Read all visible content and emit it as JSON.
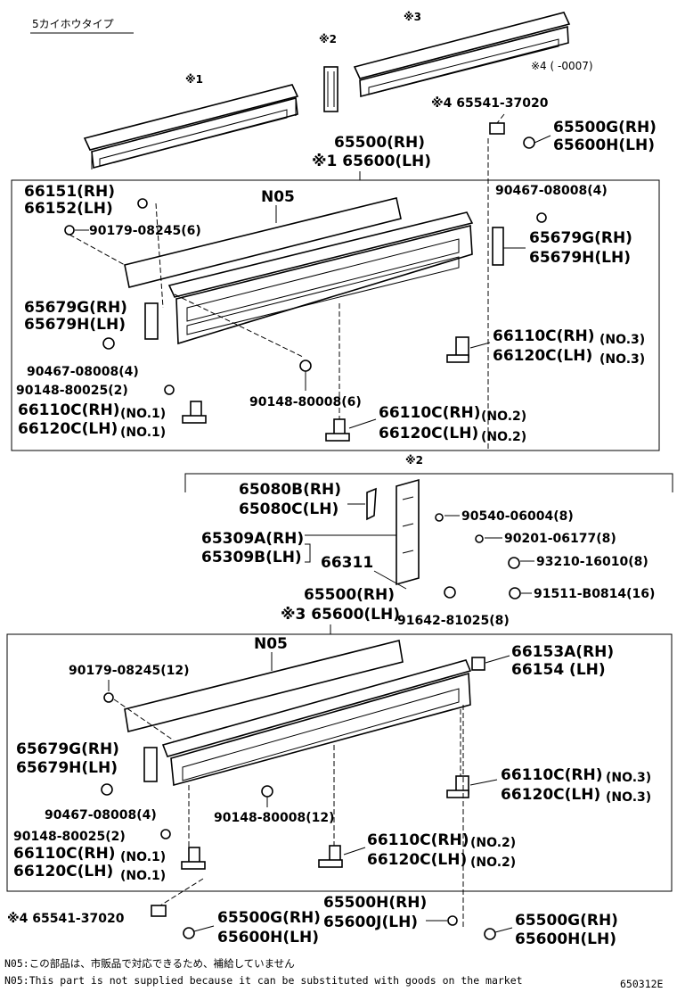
{
  "header": {
    "title": "5カイホウタイプ"
  },
  "refs": {
    "r1": "※1",
    "r2": "※2",
    "r3": "※3",
    "r4": "※4",
    "r4_range": "※4 (     -0007)"
  },
  "top": {
    "p1": "※4 65541-37020",
    "p2a": "65500G(RH)",
    "p2b": "65600H(LH)",
    "p3a": "65500(RH)",
    "p3b": "※1 65600(LH)"
  },
  "box1": {
    "n05": "N05",
    "a1": "66151(RH)",
    "a2": "66152(LH)",
    "b1": "90179-08245(6)",
    "c1": "90467-08008(4)",
    "d1": "65679G(RH)",
    "d2": "65679H(LH)",
    "e1": "65679G(RH)",
    "e2": "65679H(LH)",
    "f1": "66110C(RH)",
    "f1n": "(NO.3)",
    "f2": "66120C(LH)",
    "f2n": "(NO.3)",
    "g1": "90467-08008(4)",
    "h1": "90148-80025(2)",
    "i1": "90148-80008(6)",
    "j1": "66110C(RH)",
    "j1n": "(NO.1)",
    "j2": "66120C(LH)",
    "j2n": "(NO.1)",
    "k1": "66110C(RH)",
    "k1n": "(NO.2)",
    "k2": "66120C(LH)",
    "k2n": "(NO.2)"
  },
  "mid": {
    "r2": "※2",
    "a1": "65080B(RH)",
    "a2": "65080C(LH)",
    "b1": "90540-06004(8)",
    "c1": "65309A(RH)",
    "c2": "65309B(LH)",
    "d1": "90201-06177(8)",
    "e1": "66311",
    "f1": "93210-16010(8)",
    "g1": "65500(RH)",
    "g2": "※3 65600(LH)",
    "h1": "91511-B0814(16)",
    "i1": "91642-81025(8)"
  },
  "box2": {
    "n05": "N05",
    "a1": "66153A(RH)",
    "a2": "66154  (LH)",
    "b1": "90179-08245(12)",
    "c1": "65679G(RH)",
    "c2": "65679H(LH)",
    "d1": "66110C(RH)",
    "d1n": "(NO.3)",
    "d2": "66120C(LH)",
    "d2n": "(NO.3)",
    "e1": "90467-08008(4)",
    "f1": "90148-80008(12)",
    "g1": "90148-80025(2)",
    "h1": "66110C(RH)",
    "h1n": "(NO.1)",
    "h2": "66120C(LH)",
    "h2n": "(NO.1)",
    "i1": "66110C(RH)",
    "i1n": "(NO.2)",
    "i2": "66120C(LH)",
    "i2n": "(NO.2)"
  },
  "bottom": {
    "a1": "※4 65541-37020",
    "b1": "65500G(RH)",
    "b2": "65600H(LH)",
    "c1": "65500H(RH)",
    "c2": "65600J(LH)",
    "d1": "65500G(RH)",
    "d2": "65600H(LH)"
  },
  "footer": {
    "jp": "N05:この部品は、市販品で対応できるため、補給していません",
    "en": "N05:This part is not supplied because it can be substituted with goods on the market",
    "code": "650312E"
  }
}
